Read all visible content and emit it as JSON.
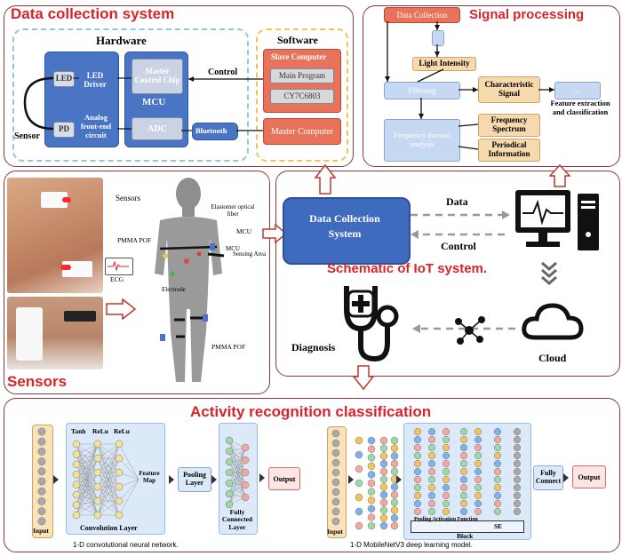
{
  "titles": {
    "data_collection": "Data collection system",
    "signal_processing": "Signal processing",
    "sensors": "Sensors",
    "schematic": "Schematic of IoT system.",
    "activity": "Activity recognition classification"
  },
  "hardware": {
    "title": "Hardware",
    "led": "LED",
    "led_driver": "LED Driver",
    "pd": "PD",
    "analog": "Analog front-end circuit",
    "mcu_label": "MCU",
    "master_chip": "Master Control Chip",
    "adc": "ADC",
    "bluetooth": "Bluetooth",
    "sensor": "Sensor",
    "control": "Control"
  },
  "software": {
    "title": "Software",
    "slave": "Slave Computer",
    "main_program": "Main Program",
    "cy": "CY7C6803",
    "master": "Master Computer"
  },
  "signal": {
    "data_collection": "Data Collection",
    "light_intensity": "Light Intensity",
    "filtering": "Filtering",
    "characteristic": "Characteristic Signal",
    "dots": "...",
    "feature": "Feature extraction and classification",
    "freq_domain": "Frequency domain analysis",
    "freq_spectrum": "Frequency Spectrum",
    "periodical": "Periodical Information"
  },
  "body": {
    "sensors": "Sensors",
    "elastomer": "Elastomer optical fiber",
    "pmma_pof": "PMMA POF",
    "mcu": "MCU",
    "mcu_sensing": "MCU",
    "sensing_area": "Sensing Area",
    "ecg": "ECG",
    "electrode": "Electrode",
    "pmma_pof_bottom": "PMMA POF"
  },
  "iot": {
    "dcs": "Data Collection System",
    "data": "Data",
    "control": "Control",
    "diagnosis": "Diagnosis",
    "cloud": "Cloud"
  },
  "cnn": {
    "input": "Input",
    "tanh": "Tanh",
    "relu1": "ReLu",
    "relu2": "ReLu",
    "feature_map": "Feature Map",
    "conv_layer": "Convolution Layer",
    "pooling": "Pooling Layer",
    "fc": "Fully Connected Layer",
    "output": "Output",
    "caption": "1-D convolutional neural network."
  },
  "mobilenet": {
    "input": "Input",
    "pooling_activation": "Pooling Activation Function",
    "se": "SE",
    "block": "Block",
    "fc": "Fully Connect",
    "output": "Output",
    "caption": "1-D MobileNetV3 deep learning model."
  },
  "colors": {
    "accent_red": "#d8232a",
    "panel_border": "#8a3a3a",
    "blue": "#4a74c4",
    "orange": "#e8735a"
  }
}
